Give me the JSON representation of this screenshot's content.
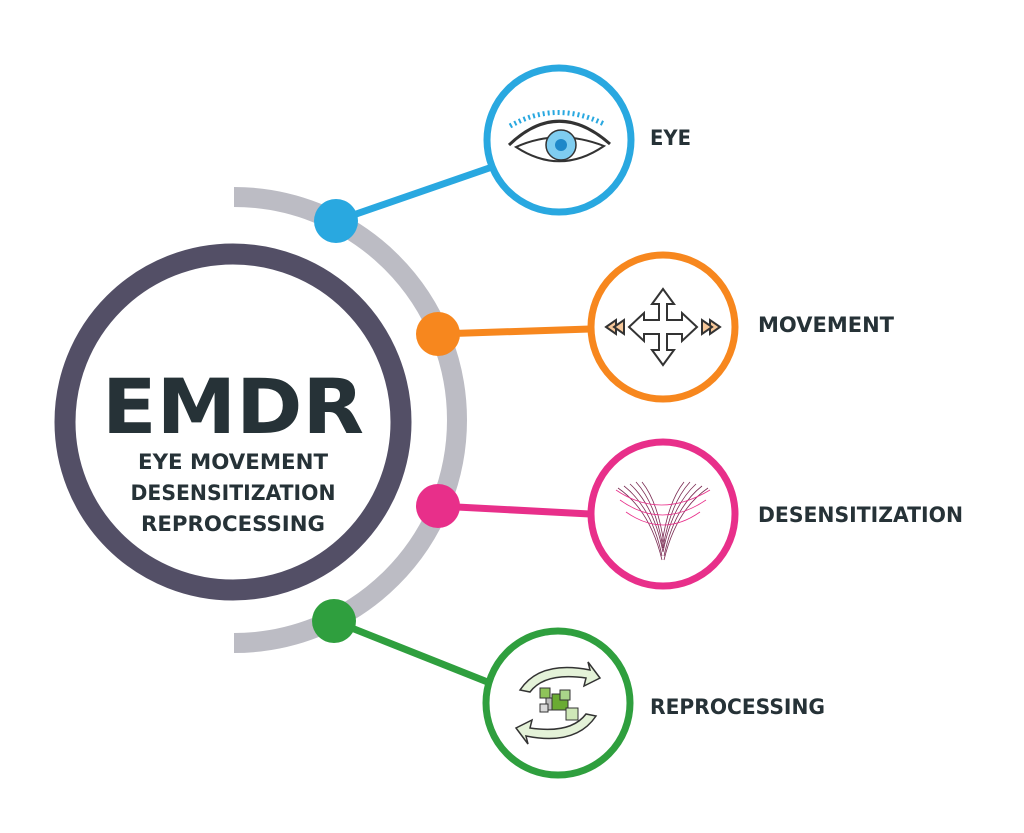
{
  "title": "EMDR",
  "subtitle": [
    "EYE MOVEMENT",
    "DESENSITIZATION",
    "REPROCESSING"
  ],
  "colors": {
    "ring": "#534f66",
    "arc": "#bcbcc4",
    "text": "#263237"
  },
  "items": [
    {
      "label": "EYE",
      "color": "#29a8e0",
      "icon": "eye-icon"
    },
    {
      "label": "MOVEMENT",
      "color": "#f7871e",
      "icon": "move-arrows-icon"
    },
    {
      "label": "DESENSITIZATION",
      "color": "#e82f8a",
      "icon": "mesh-wave-icon"
    },
    {
      "label": "REPROCESSING",
      "color": "#2f9f3e",
      "icon": "recycle-squares-icon"
    }
  ]
}
